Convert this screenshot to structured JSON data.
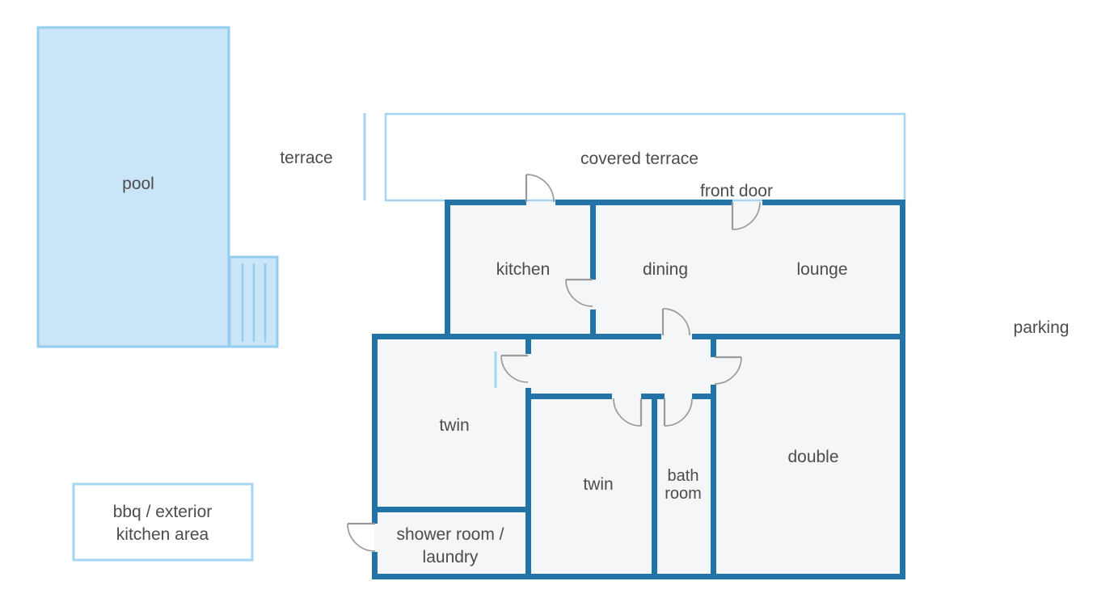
{
  "colors": {
    "background": "#ffffff",
    "wall": "#2473a6",
    "room_fill": "#f5f6f7",
    "pool_fill": "#cbe5f8",
    "pool_border": "#92ccee",
    "light_blue": "#a5d5f1",
    "door_arc": "#9a9a9a",
    "text": "#4b4c4e"
  },
  "labels": {
    "pool": "pool",
    "terrace": "terrace",
    "covered_terrace": "covered terrace",
    "front_door": "front door",
    "kitchen": "kitchen",
    "dining": "dining",
    "lounge": "lounge",
    "parking": "parking",
    "twin_left": "twin",
    "twin_mid": "twin",
    "bath_line1": "bath",
    "bath_line2": "room",
    "double": "double",
    "shower_line1": "shower room /",
    "shower_line2": "laundry",
    "bbq_line1": "bbq / exterior",
    "bbq_line2": "kitchen area"
  }
}
